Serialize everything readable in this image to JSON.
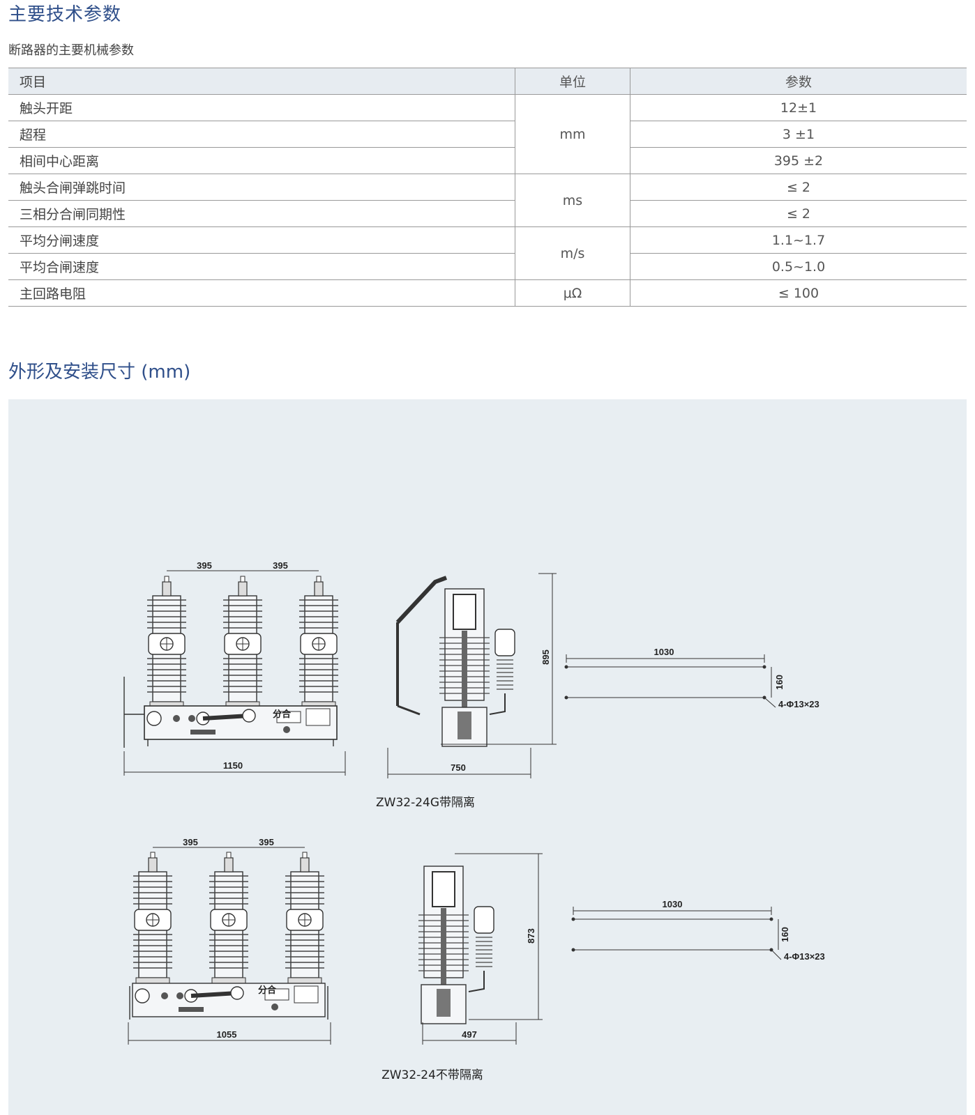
{
  "section1": {
    "title": "主要技术参数",
    "subtitle": "断路器的主要机械参数",
    "headers": [
      "项目",
      "单位",
      "参数"
    ],
    "rows": [
      {
        "item": "触头开距",
        "value": "12±1"
      },
      {
        "item": "超程",
        "value": "3 ±1"
      },
      {
        "item": "相间中心距离",
        "value": "395 ±2"
      },
      {
        "item": "触头合闸弹跳时间",
        "value": "≤ 2"
      },
      {
        "item": "三相分合闸同期性",
        "value": "≤ 2"
      },
      {
        "item": "平均分闸速度",
        "value": "1.1~1.7"
      },
      {
        "item": "平均合闸速度",
        "value": "0.5~1.0"
      },
      {
        "item": "主回路电阻",
        "value": "≤ 100"
      }
    ],
    "units": [
      "mm",
      "ms",
      "m/s",
      "μΩ"
    ]
  },
  "section2": {
    "title": "外形及安装尺寸 (mm)",
    "drawing1": {
      "caption": "ZW32-24G带隔离",
      "front": {
        "spacing_left": "395",
        "spacing_right": "395",
        "width": "1150",
        "panel_label": "分合"
      },
      "side": {
        "height": "895",
        "width": "750"
      },
      "mount": {
        "length": "1030",
        "depth": "160",
        "holes": "4-Φ13×23"
      }
    },
    "drawing2": {
      "caption": "ZW32-24不带隔离",
      "front": {
        "spacing_left": "395",
        "spacing_right": "395",
        "width": "1055",
        "panel_label": "分合"
      },
      "side": {
        "height": "873",
        "width": "497"
      },
      "mount": {
        "length": "1030",
        "depth": "160",
        "holes": "4-Φ13×23"
      }
    }
  }
}
